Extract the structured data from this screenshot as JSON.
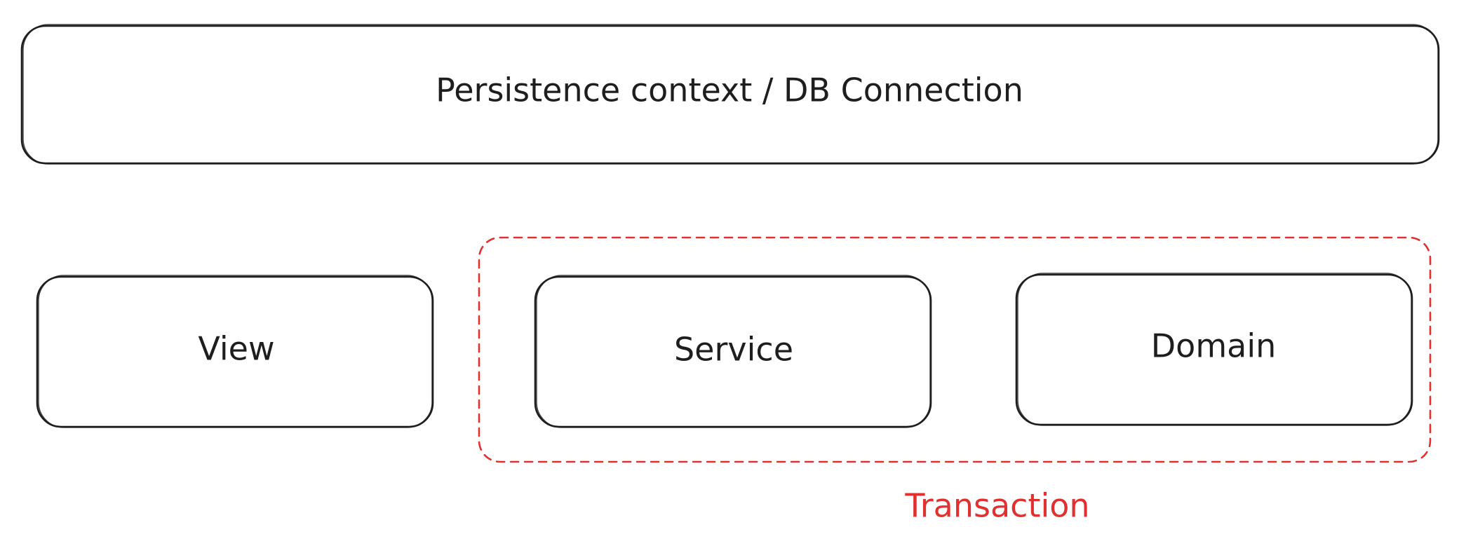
{
  "diagram": {
    "persistence_label": "Persistence context / DB Connection",
    "view_label": "View",
    "service_label": "Service",
    "domain_label": "Domain",
    "transaction_label": "Transaction"
  },
  "colors": {
    "stroke": "#1e1e1e",
    "transaction": "#e03131",
    "background": "#ffffff"
  }
}
